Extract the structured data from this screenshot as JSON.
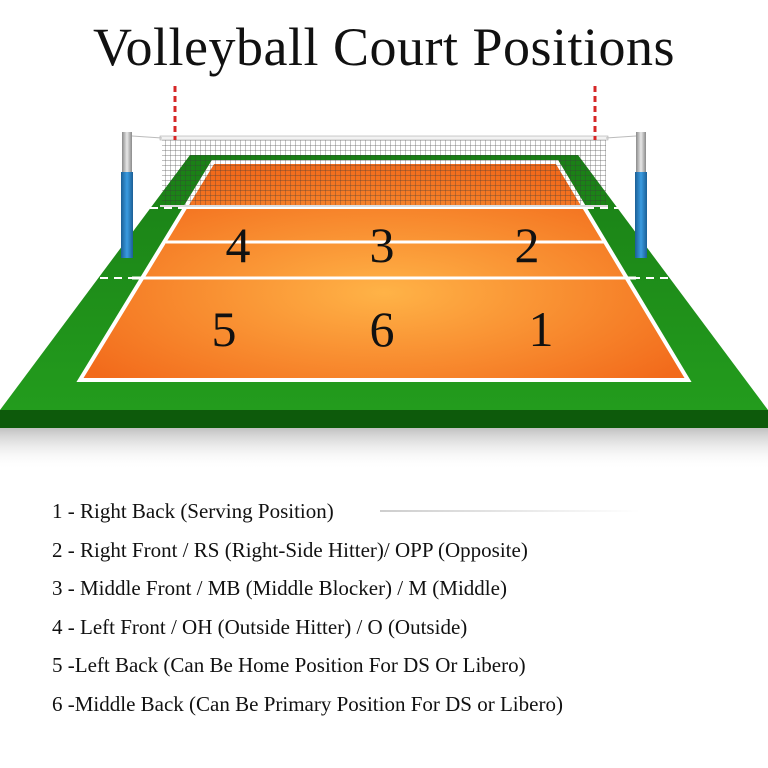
{
  "title": "Volleyball Court Positions",
  "colors": {
    "grass": "#1f8a1a",
    "court": "#f47a20",
    "court_glow": "#ffb347",
    "lines": "#ffffff",
    "pole": "#2a86c8",
    "antenna": "#d62828",
    "net": "#333333"
  },
  "court_positions": [
    {
      "number": "4",
      "zone": "front-left"
    },
    {
      "number": "3",
      "zone": "front-middle"
    },
    {
      "number": "2",
      "zone": "front-right"
    },
    {
      "number": "5",
      "zone": "back-left"
    },
    {
      "number": "6",
      "zone": "back-middle"
    },
    {
      "number": "1",
      "zone": "back-right"
    }
  ],
  "legend": [
    "1 - Right Back (Serving Position)",
    "2 - Right Front / RS (Right-Side Hitter)/ OPP (Opposite)",
    "3 - Middle Front / MB (Middle Blocker) / M (Middle)",
    "4 - Left Front / OH (Outside Hitter) / O (Outside)",
    "5 -Left Back (Can Be Home Position For DS Or Libero)",
    "6 -Middle Back (Can Be Primary Position For DS or Libero)"
  ]
}
